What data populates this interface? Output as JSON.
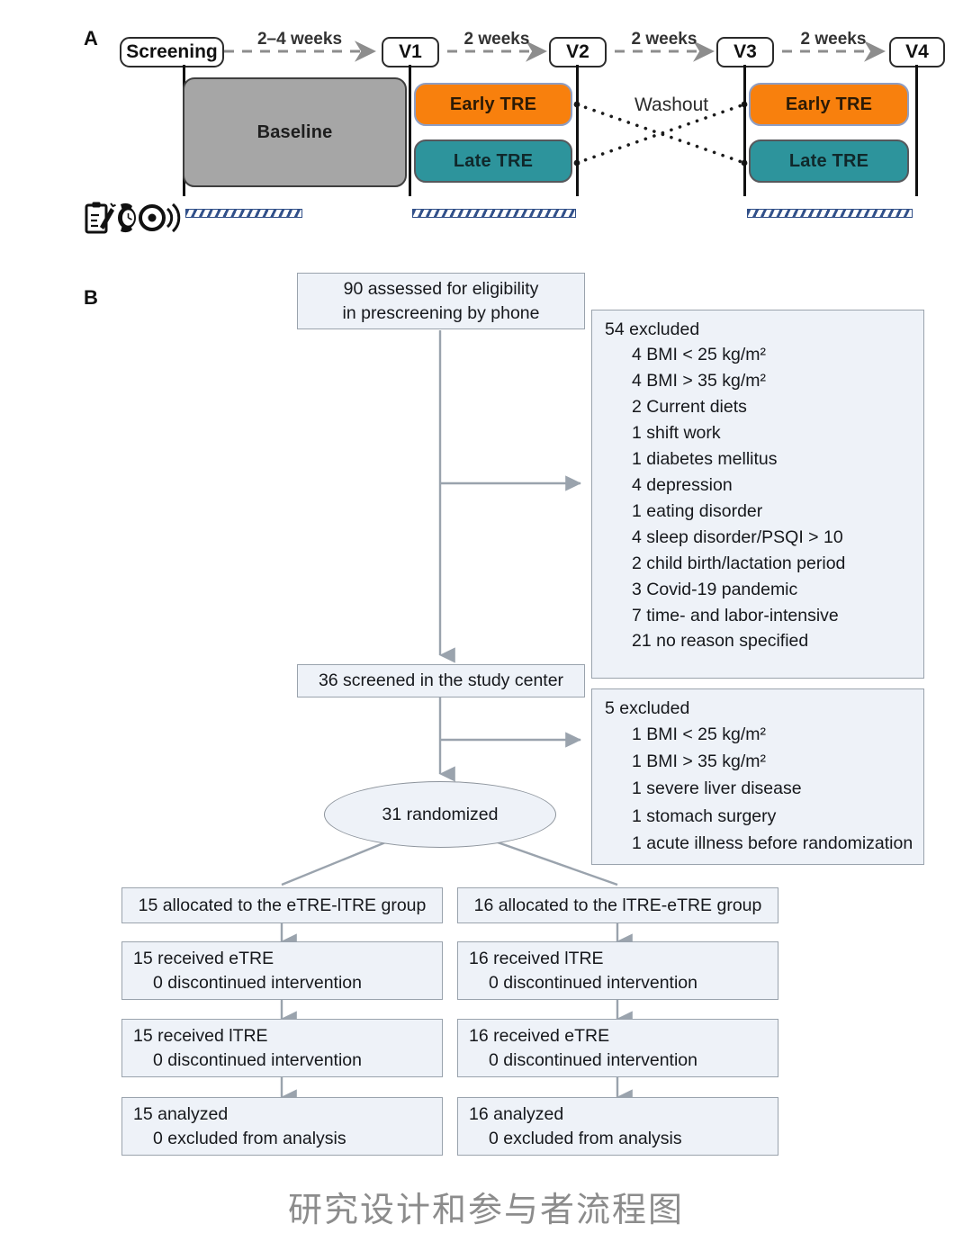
{
  "figure": {
    "caption": "研究设计和参与者流程图",
    "panels": [
      {
        "letter": "A"
      },
      {
        "letter": "B"
      }
    ]
  },
  "panel_a": {
    "letter": "A",
    "visits": [
      {
        "name": "screening",
        "label": "Screening"
      },
      {
        "name": "v1",
        "label": "V1"
      },
      {
        "name": "v2",
        "label": "V2"
      },
      {
        "name": "v3",
        "label": "V3"
      },
      {
        "name": "v4",
        "label": "V4"
      }
    ],
    "intervals": [
      {
        "label": "2–4 weeks"
      },
      {
        "label": "2 weeks"
      },
      {
        "label": "2 weeks"
      },
      {
        "label": "2 weeks"
      }
    ],
    "phases": {
      "baseline": "Baseline",
      "early_tre_1": "Early TRE",
      "late_tre_1": "Late TRE",
      "early_tre_2": "Early TRE",
      "late_tre_2": "Late TRE"
    },
    "washout_label": "Washout",
    "assessment_icons": [
      {
        "name": "questionnaire-clipboard-icon",
        "glyph": "clipboard-pen"
      },
      {
        "name": "wearable-watch-icon",
        "glyph": "wrist-watch"
      },
      {
        "name": "sensor-signal-icon",
        "glyph": "signal-dot"
      }
    ],
    "colors": {
      "early_tre": "#f8800d",
      "late_tre": "#2d949c",
      "baseline": "#a6a6a6",
      "hatch": "#32518b"
    }
  },
  "panel_b": {
    "letter": "B",
    "assessed": {
      "line1": "90 assessed for eligibility",
      "line2": "in prescreening by phone"
    },
    "excluded_1": {
      "header": "54 excluded",
      "items": [
        "4 BMI < 25 kg/m²",
        "4 BMI > 35 kg/m²",
        "2 Current diets",
        "1 shift work",
        "1 diabetes mellitus",
        "4 depression",
        "1 eating disorder",
        "4 sleep disorder/PSQI > 10",
        "2 child birth/lactation period",
        "3 Covid-19 pandemic",
        "7 time- and labor-intensive",
        "21 no reason specified"
      ]
    },
    "screened": "36 screened in the study center",
    "excluded_2": {
      "header": "5 excluded",
      "items": [
        "1 BMI < 25 kg/m²",
        "1 BMI > 35 kg/m²",
        "1 severe liver disease",
        "1 stomach surgery",
        "1 acute illness before randomization"
      ]
    },
    "randomized": "31 randomized",
    "arm_left": {
      "allocated": "15 allocated to the eTRE-lTRE group",
      "received_1": {
        "line1": "15 received eTRE",
        "line2": "0 discontinued intervention"
      },
      "received_2": {
        "line1": "15 received lTRE",
        "line2": "0 discontinued intervention"
      },
      "analyzed": {
        "line1": "15 analyzed",
        "line2": "0 excluded from analysis"
      }
    },
    "arm_right": {
      "allocated": "16 allocated to the lTRE-eTRE group",
      "received_1": {
        "line1": "16 received lTRE",
        "line2": "0 discontinued intervention"
      },
      "received_2": {
        "line1": "16 received eTRE",
        "line2": "0 discontinued intervention"
      },
      "analyzed": {
        "line1": "16 analyzed",
        "line2": "0 excluded from analysis"
      }
    }
  },
  "chart_data": {
    "type": "diagram",
    "title": "Study design and participant flow diagram",
    "panel_a_design": "randomized crossover: eTRE-lTRE and lTRE-eTRE arms separated by washout",
    "flow_counts": {
      "assessed": 90,
      "excluded_prescreening": 54,
      "screened": 36,
      "excluded_screening": 5,
      "randomized": 31,
      "allocated_etre_ltre": 15,
      "allocated_ltre_etre": 16,
      "analyzed_etre_ltre": 15,
      "analyzed_ltre_etre": 16
    }
  }
}
